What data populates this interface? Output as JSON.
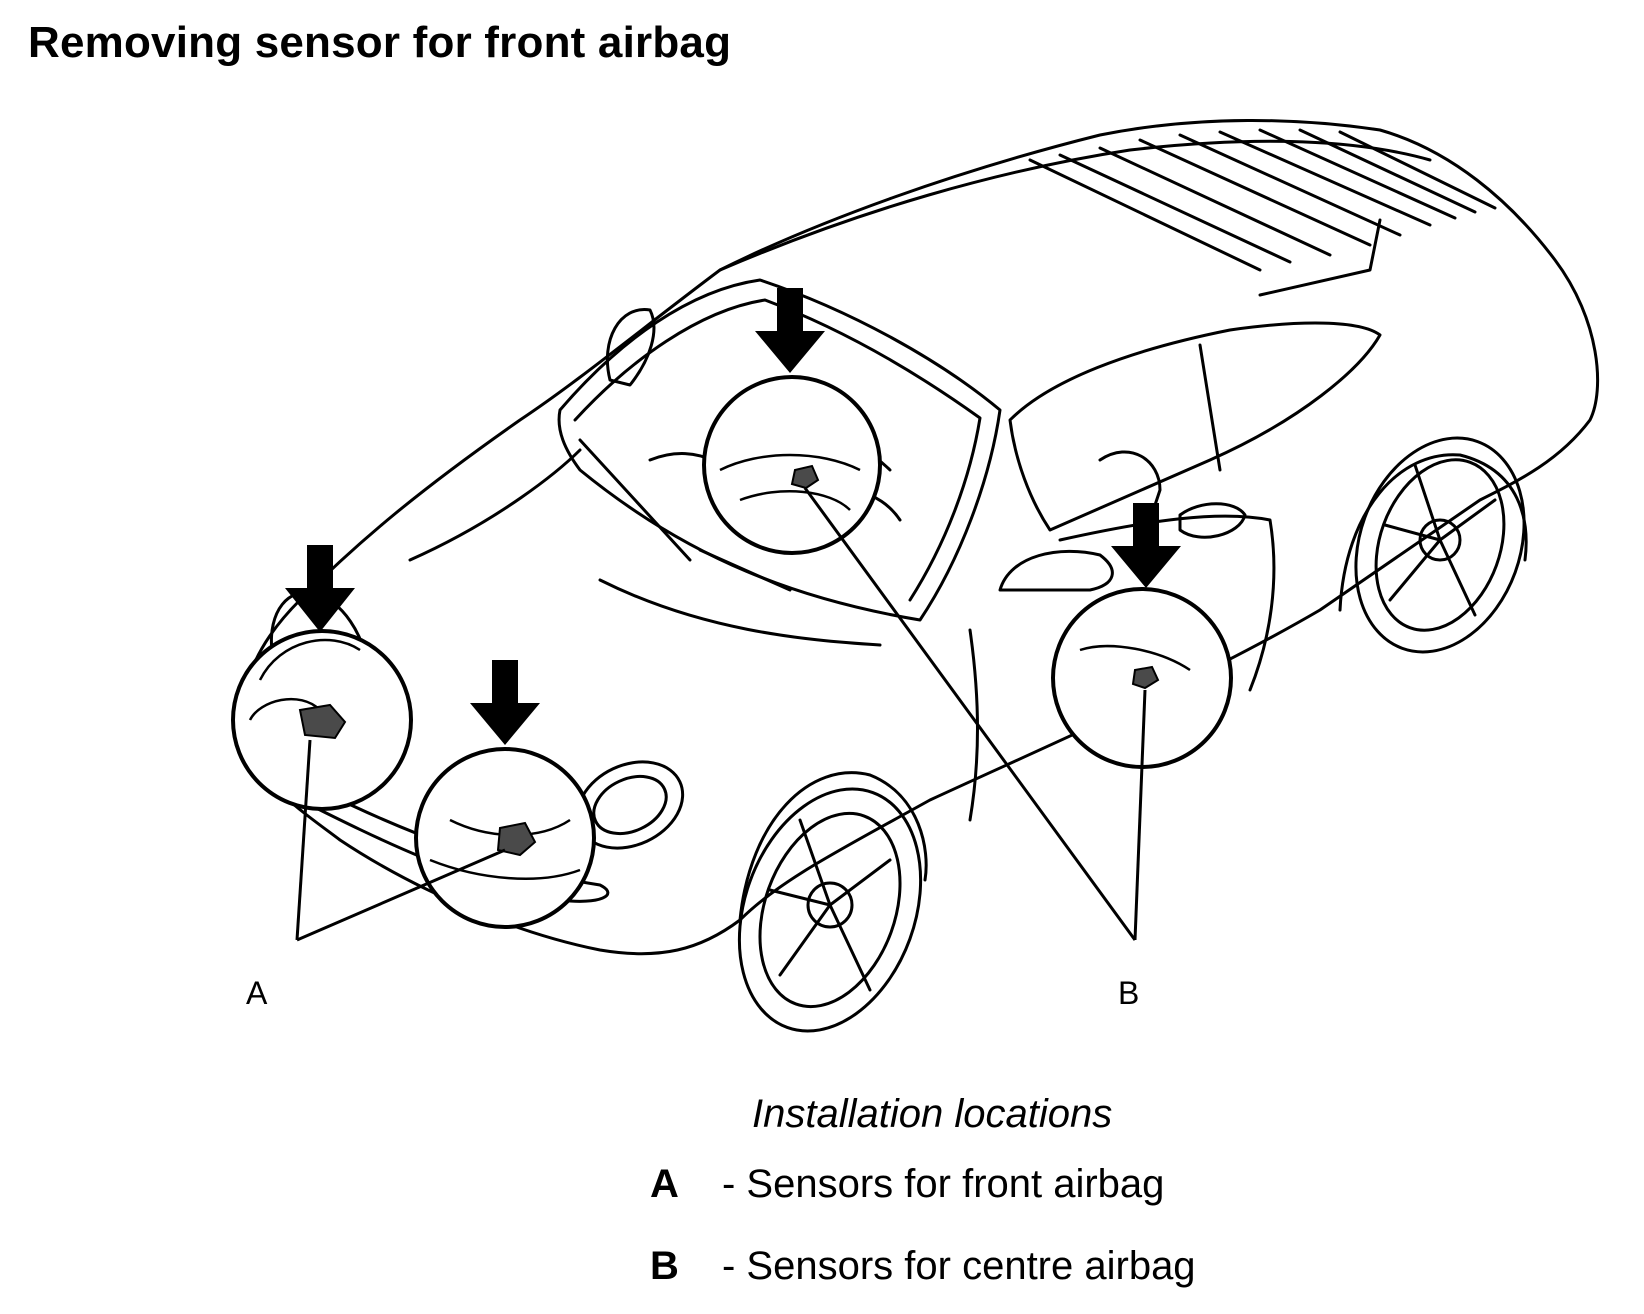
{
  "title": "Removing sensor for front airbag",
  "callouts": {
    "a": "A",
    "b": "B"
  },
  "legend": {
    "heading": "Installation locations",
    "items": [
      {
        "key": "A",
        "text": "- Sensors for front airbag"
      },
      {
        "key": "B",
        "text": "- Sensors for centre airbag"
      }
    ]
  },
  "colors": {
    "line": "#000000",
    "background": "#ffffff",
    "sensor": "#4a4a4a"
  },
  "icons": [
    "down-arrow-icon",
    "magnifier-circle"
  ]
}
